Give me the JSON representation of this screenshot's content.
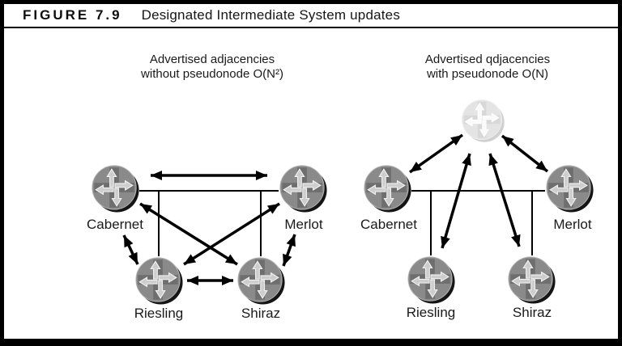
{
  "figure": {
    "label": "FIGURE 7.9",
    "title": "Designated Intermediate System updates"
  },
  "left_diagram": {
    "heading": [
      "Advertised adjacencies",
      "without pseudonode O(N²)"
    ],
    "nodes": {
      "cabernet": "Cabernet",
      "merlot": "Merlot",
      "riesling": "Riesling",
      "shiraz": "Shiraz"
    },
    "adjacency_arrows": [
      "Cabernet-Merlot",
      "Cabernet-Riesling",
      "Cabernet-Shiraz",
      "Merlot-Riesling",
      "Merlot-Shiraz",
      "Riesling-Shiraz"
    ],
    "lan_links": [
      "Cabernet-Merlot segment",
      "drop to Riesling",
      "drop to Shiraz"
    ]
  },
  "right_diagram": {
    "heading": [
      "Advertised qdjacencies",
      "with pseudonode O(N)"
    ],
    "nodes": {
      "cabernet": "Cabernet",
      "merlot": "Merlot",
      "riesling": "Riesling",
      "shiraz": "Shiraz"
    },
    "adjacency_arrows": [
      "Cabernet-pseudonode",
      "Merlot-pseudonode",
      "Riesling-pseudonode",
      "Shiraz-pseudonode"
    ],
    "lan_links": [
      "Cabernet-Merlot segment",
      "drop to Riesling",
      "drop to Shiraz"
    ]
  },
  "colors": {
    "router_body": "#8a8a8a",
    "router_cross": "#6e6e6e",
    "router_arrow": "#cdcdcd",
    "pseudonode_body": "#e4e4e4",
    "pseudonode_cross": "#d8d8d8",
    "pseudonode_arrow": "#fafafa",
    "line": "#000000",
    "background": "#ffffff"
  }
}
